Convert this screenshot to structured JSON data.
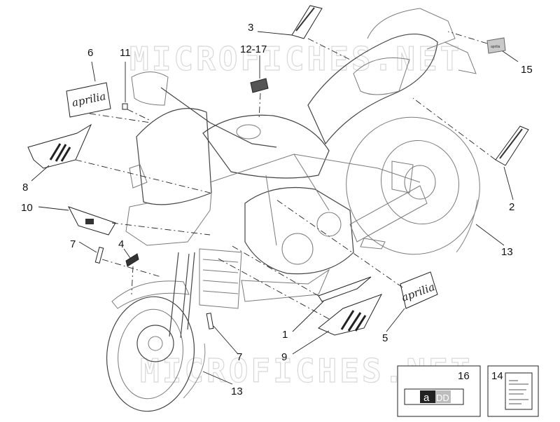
{
  "watermark": "MICROFICHES.NET",
  "brand_text": "aprilia",
  "box16": {
    "number": "16",
    "badge_a": "a",
    "badge_dd": "DD"
  },
  "box14": {
    "number": "14"
  },
  "callouts": {
    "c1": "1",
    "c2": "2",
    "c3": "3",
    "c4": "4",
    "c5": "5",
    "c6": "6",
    "c7a": "7",
    "c7b": "7",
    "c8": "8",
    "c9": "9",
    "c10": "10",
    "c11": "11",
    "c12": "12-17",
    "c13a": "13",
    "c13b": "13",
    "c15": "15"
  }
}
